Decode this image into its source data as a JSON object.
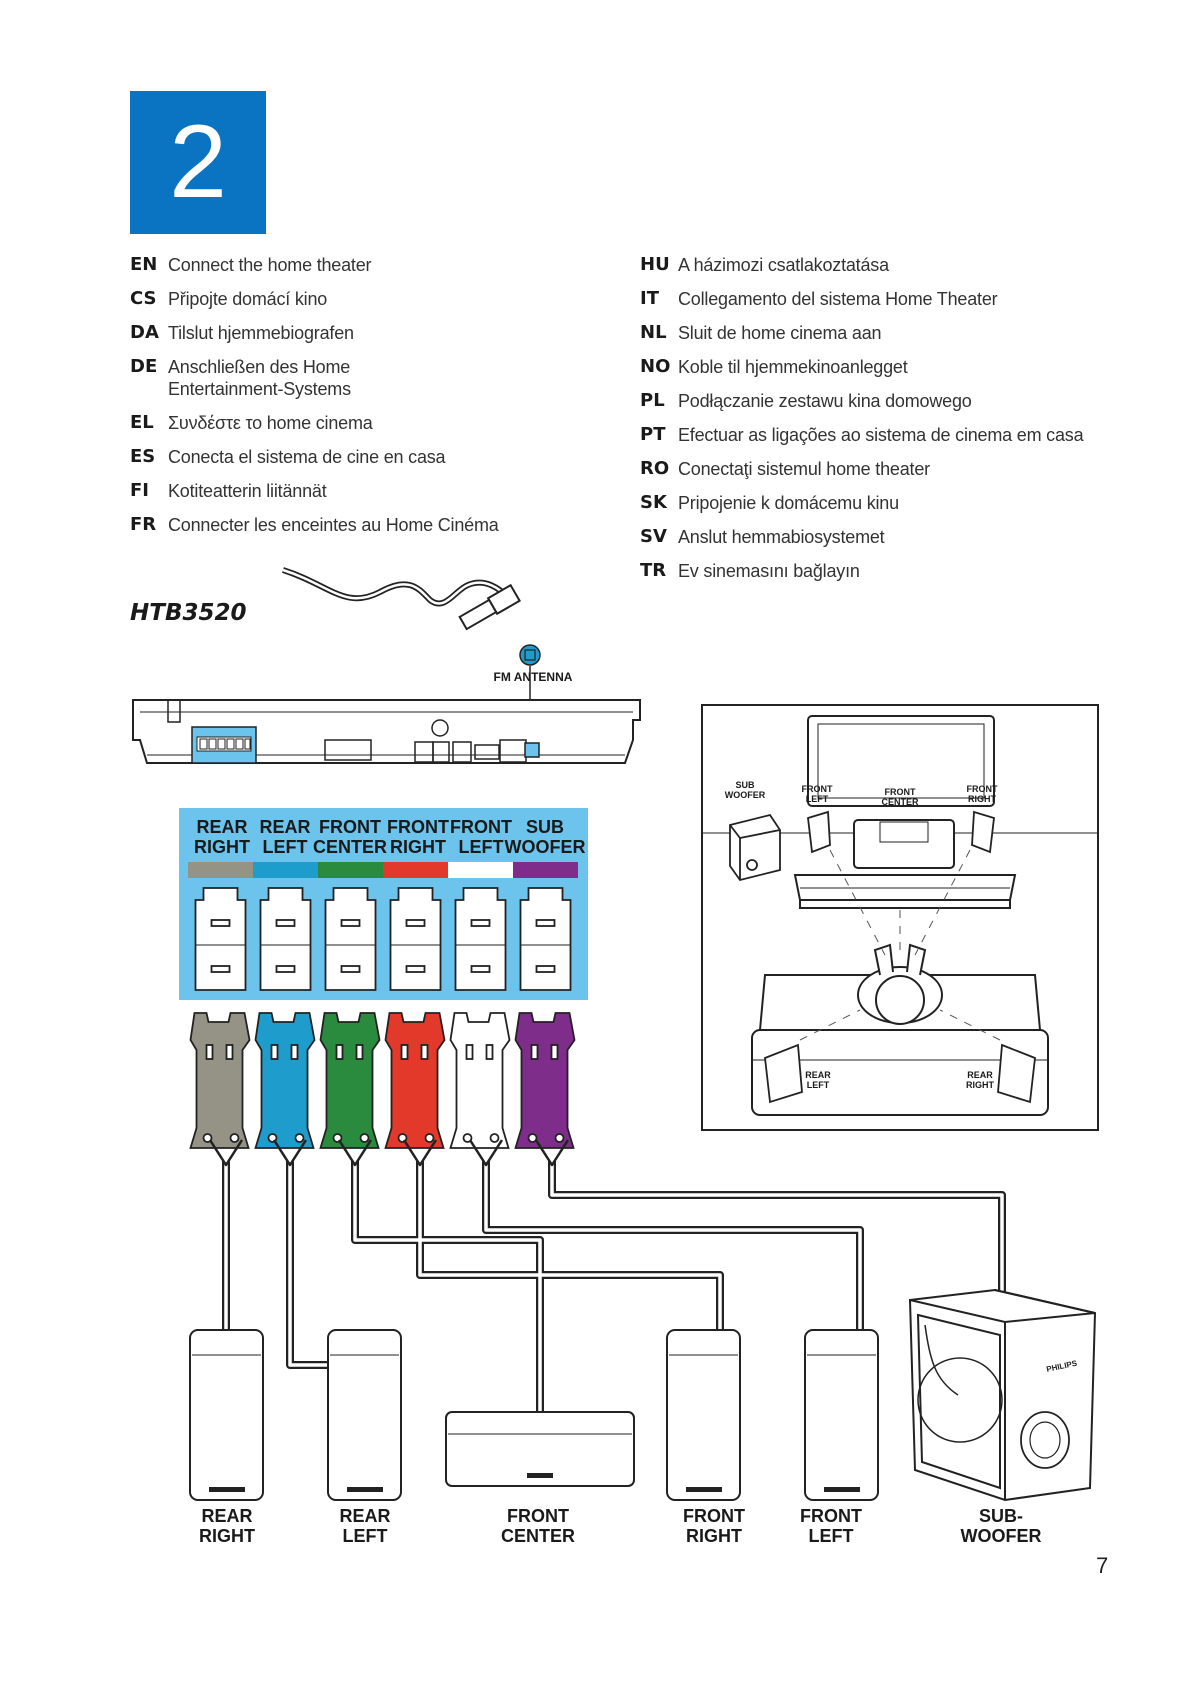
{
  "step_number": "2",
  "languages_left": [
    {
      "code": "EN",
      "text": "Connect the home theater"
    },
    {
      "code": "CS",
      "text": "Připojte domácí kino"
    },
    {
      "code": "DA",
      "text": "Tilslut hjemmebiografen"
    },
    {
      "code": "DE",
      "text": "Anschließen des Home\nEntertainment-Systems"
    },
    {
      "code": "EL",
      "text": "Συνδέστε το home cinema"
    },
    {
      "code": "ES",
      "text": "Conecta el sistema de cine en casa"
    },
    {
      "code": "FI",
      "text": "Kotiteatterin liitännät"
    },
    {
      "code": "FR",
      "text": "Connecter les enceintes au Home Cinéma"
    }
  ],
  "languages_right": [
    {
      "code": "HU",
      "text": "A házimozi csatlakoztatása"
    },
    {
      "code": "IT",
      "text": "Collegamento del sistema Home Theater"
    },
    {
      "code": "NL",
      "text": "Sluit de home cinema aan"
    },
    {
      "code": "NO",
      "text": "Koble til hjemmekinoanlegget"
    },
    {
      "code": "PL",
      "text": "Podłączanie zestawu kina domowego"
    },
    {
      "code": "PT",
      "text": "Efectuar as ligações ao sistema de cinema em casa"
    },
    {
      "code": "RO",
      "text": "Conectaţi sistemul home theater"
    },
    {
      "code": "SK",
      "text": "Pripojenie k domácemu kinu"
    },
    {
      "code": "SV",
      "text": "Anslut hemmabiosystemet"
    },
    {
      "code": "TR",
      "text": "Ev sinemasını bağlayın"
    }
  ],
  "model": "HTB3520",
  "fm_antenna_label": "FM ANTENNA",
  "connectors": [
    {
      "line1": "REAR",
      "line2": "RIGHT",
      "color": "#959386"
    },
    {
      "line1": "REAR",
      "line2": "LEFT",
      "color": "#1e9dcc"
    },
    {
      "line1": "FRONT",
      "line2": "CENTER",
      "color": "#2a8a3e"
    },
    {
      "line1": "FRONT",
      "line2": "RIGHT",
      "color": "#e2392b"
    },
    {
      "line1": "FRONT",
      "line2": "LEFT",
      "color": "#ffffff"
    },
    {
      "line1": "SUB",
      "line2": "WOOFER",
      "color": "#7e2d8b"
    }
  ],
  "panel_color": "#6cc4ec",
  "room": {
    "sub_woofer": [
      "SUB",
      "WOOFER"
    ],
    "front_left": [
      "FRONT",
      "LEFT"
    ],
    "front_center": [
      "FRONT",
      "CENTER"
    ],
    "front_right": [
      "FRONT",
      "RIGHT"
    ],
    "rear_left": [
      "REAR",
      "LEFT"
    ],
    "rear_right": [
      "REAR",
      "RIGHT"
    ]
  },
  "speakers": [
    {
      "line1": "REAR",
      "line2": "RIGHT"
    },
    {
      "line1": "REAR",
      "line2": "LEFT"
    },
    {
      "line1": "FRONT",
      "line2": "CENTER"
    },
    {
      "line1": "FRONT",
      "line2": "RIGHT"
    },
    {
      "line1": "FRONT",
      "line2": "LEFT"
    },
    {
      "line1": "SUB-",
      "line2": "WOOFER"
    }
  ],
  "subwoofer_brand": "PHILIPS",
  "page_number": "7"
}
